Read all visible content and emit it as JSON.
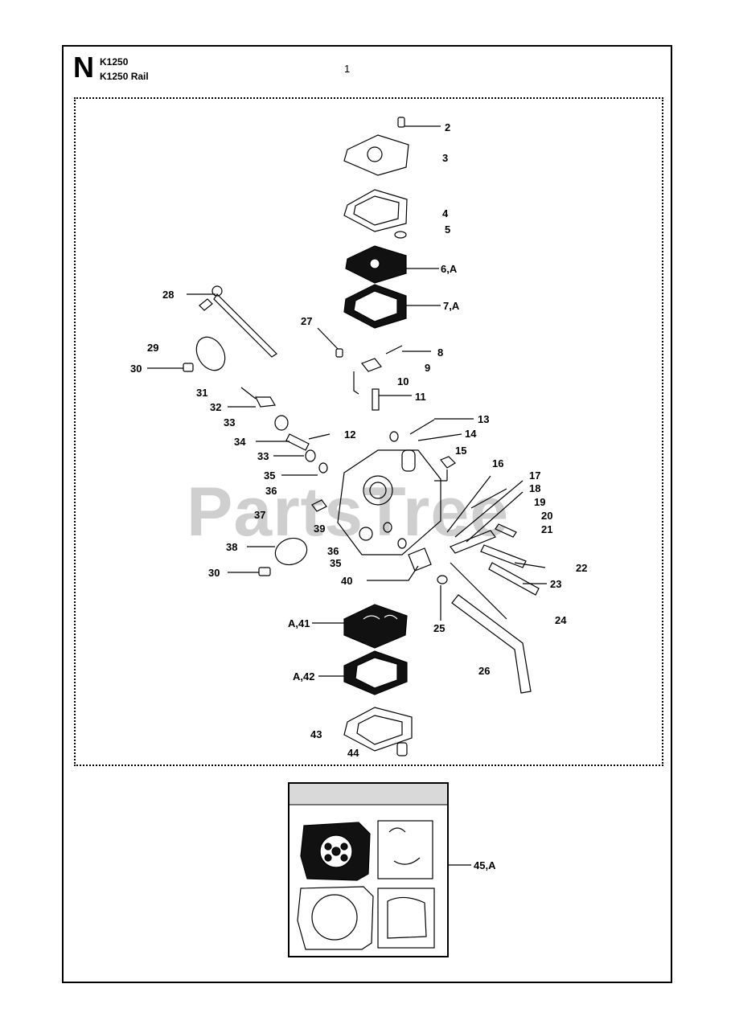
{
  "section_letter": "N",
  "models": [
    "K1250",
    "K1250 Rail"
  ],
  "assembly_number": "1",
  "watermark": "PartsTree",
  "callouts": [
    {
      "id": "c2",
      "text": "2"
    },
    {
      "id": "c3",
      "text": "3"
    },
    {
      "id": "c4",
      "text": "4"
    },
    {
      "id": "c5",
      "text": "5"
    },
    {
      "id": "c6",
      "text": "6,A"
    },
    {
      "id": "c7",
      "text": "7,A"
    },
    {
      "id": "c8",
      "text": "8"
    },
    {
      "id": "c9",
      "text": "9"
    },
    {
      "id": "c10",
      "text": "10"
    },
    {
      "id": "c11",
      "text": "11"
    },
    {
      "id": "c12",
      "text": "12"
    },
    {
      "id": "c13",
      "text": "13"
    },
    {
      "id": "c14",
      "text": "14"
    },
    {
      "id": "c15",
      "text": "15"
    },
    {
      "id": "c16",
      "text": "16"
    },
    {
      "id": "c17",
      "text": "17"
    },
    {
      "id": "c18",
      "text": "18"
    },
    {
      "id": "c19",
      "text": "19"
    },
    {
      "id": "c20",
      "text": "20"
    },
    {
      "id": "c21",
      "text": "21"
    },
    {
      "id": "c22",
      "text": "22"
    },
    {
      "id": "c23",
      "text": "23"
    },
    {
      "id": "c24",
      "text": "24"
    },
    {
      "id": "c25",
      "text": "25"
    },
    {
      "id": "c26",
      "text": "26"
    },
    {
      "id": "c27",
      "text": "27"
    },
    {
      "id": "c28",
      "text": "28"
    },
    {
      "id": "c29",
      "text": "29"
    },
    {
      "id": "c30a",
      "text": "30"
    },
    {
      "id": "c31",
      "text": "31"
    },
    {
      "id": "c32",
      "text": "32"
    },
    {
      "id": "c33a",
      "text": "33"
    },
    {
      "id": "c34",
      "text": "34"
    },
    {
      "id": "c33b",
      "text": "33"
    },
    {
      "id": "c35a",
      "text": "35"
    },
    {
      "id": "c36a",
      "text": "36"
    },
    {
      "id": "c37",
      "text": "37"
    },
    {
      "id": "c39",
      "text": "39"
    },
    {
      "id": "c38",
      "text": "38"
    },
    {
      "id": "c36b",
      "text": "36"
    },
    {
      "id": "c35b",
      "text": "35"
    },
    {
      "id": "c30b",
      "text": "30"
    },
    {
      "id": "c40",
      "text": "40"
    },
    {
      "id": "c41",
      "text": "A,41"
    },
    {
      "id": "c42",
      "text": "A,42"
    },
    {
      "id": "c43",
      "text": "43"
    },
    {
      "id": "c44",
      "text": "44"
    },
    {
      "id": "c45",
      "text": "45,A"
    }
  ]
}
